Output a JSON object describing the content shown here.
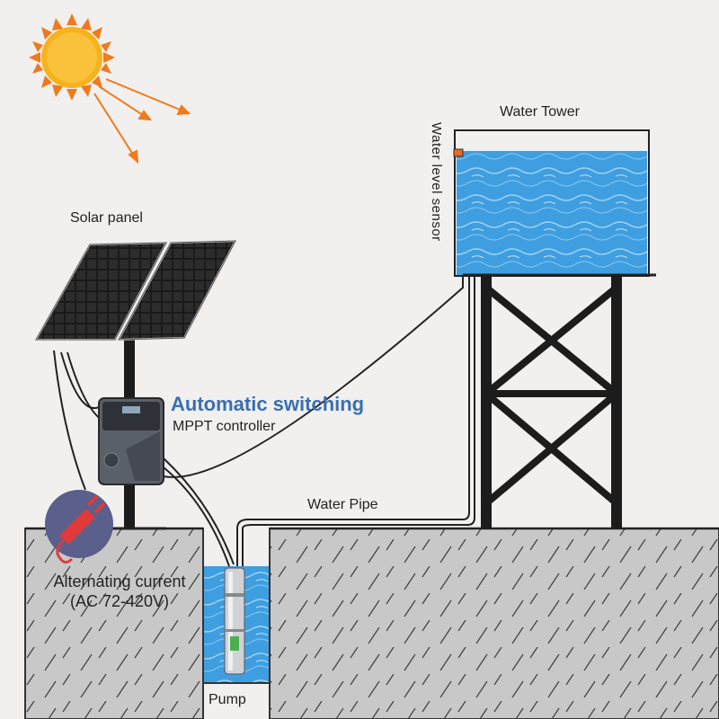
{
  "labels": {
    "solar_panel": "Solar panel",
    "water_tower": "Water Tower",
    "water_level_sensor": "Water level sensor",
    "controller_title": "Automatic switching",
    "controller_subtitle": "MPPT controller",
    "water_pipe": "Water Pipe",
    "ac_line1": "Alternating current",
    "ac_line2": "(AC 72-420V)",
    "pump": "Pump"
  },
  "icons": {
    "sun": "sun-icon",
    "plug": "power-plug-icon"
  },
  "colors": {
    "background": "#f1f0ef",
    "ground": "#c8c8c8",
    "water": "#3f9ee0",
    "accent_title": "#3a6fb0",
    "sun": "#f7b21c",
    "sun_ray": "#f07a1c",
    "plug_circle": "#5a5f8c",
    "plug": "#e03a3a"
  }
}
